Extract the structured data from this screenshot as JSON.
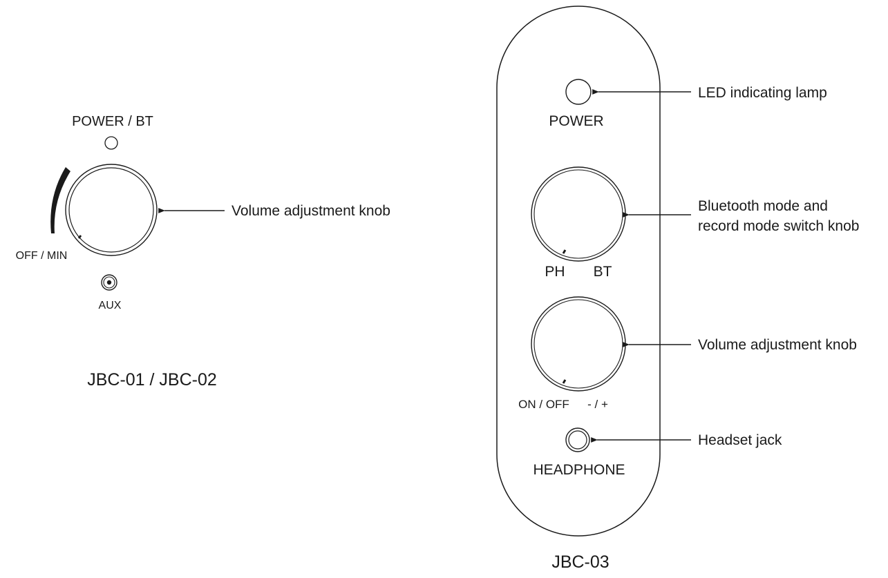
{
  "left_device": {
    "power_label": "POWER / BT",
    "off_min_label": "OFF / MIN",
    "aux_label": "AUX",
    "volume_callout": "Volume adjustment knob",
    "model_label": "JBC-01 / JBC-02"
  },
  "right_device": {
    "power_label": "POWER",
    "led_callout": "LED indicating lamp",
    "mode_callout_line1": "Bluetooth mode and",
    "mode_callout_line2": "record mode switch knob",
    "ph_label": "PH",
    "bt_label": "BT",
    "volume_callout": "Volume adjustment knob",
    "on_off_label": "ON / OFF",
    "plus_minus_label": "- / +",
    "headset_callout": "Headset jack",
    "headphone_label": "HEADPHONE",
    "model_label": "JBC-03"
  }
}
